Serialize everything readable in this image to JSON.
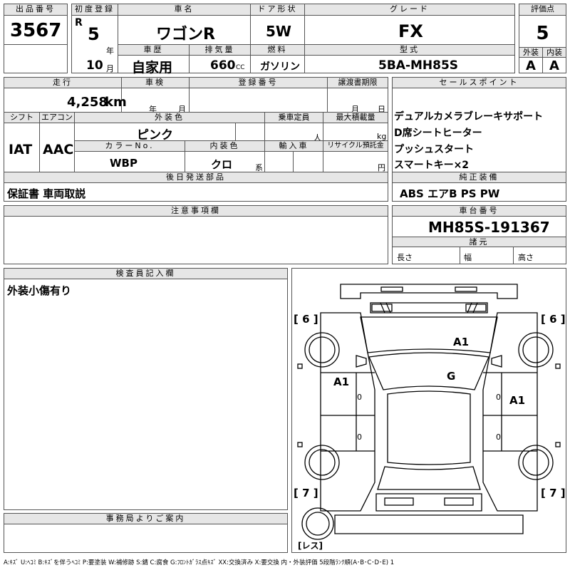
{
  "header_labels": {
    "lot_no": "出品番号",
    "first_reg": "初度登録",
    "car_name": "車名",
    "door": "ドア形状",
    "grade": "グレード",
    "rating": "評価点",
    "history": "車歴",
    "displacement": "排気量",
    "fuel": "燃料",
    "model": "型式",
    "exterior": "外装",
    "interior": "内装",
    "mileage": "走行",
    "inspection": "車検",
    "reg_no": "登録番号",
    "transfer_deadline": "譲渡書期限",
    "sales_points": "セールスポイント",
    "shift": "シフト",
    "aircon": "エアコン",
    "ext_color": "外装色",
    "capacity": "乗車定員",
    "max_load": "最大積載量",
    "color_no": "カラーNo.",
    "int_color": "内装色",
    "import": "輸入車",
    "recycle": "リサイクル預託金",
    "later_parts": "後日発送部品",
    "genuine_equip": "純正装備",
    "notes": "注意事項欄",
    "chassis_no": "車台番号",
    "specs": "諸元",
    "inspector": "検査員記入欄",
    "office": "事務局よりご案内"
  },
  "vehicle": {
    "lot_no": "3567",
    "era": "R",
    "year": "5",
    "year_unit": "年",
    "month": "10",
    "month_unit": "月",
    "car_name": "ワゴンR",
    "door": "5W",
    "grade": "FX",
    "rating": "5",
    "history": "自家用",
    "displacement": "660",
    "displacement_unit": "CC",
    "fuel": "ガソリン",
    "model": "5BA-MH85S",
    "exterior_grade": "A",
    "interior_grade": "A",
    "mileage": "4,258",
    "mileage_unit": "km",
    "insp_year_unit": "年",
    "insp_month_unit": "月",
    "transfer_month_unit": "月",
    "transfer_day_unit": "日",
    "shift": "IAT",
    "aircon": "AAC",
    "ext_color": "ピンク",
    "capacity_unit": "人",
    "max_load_unit": "kg",
    "color_no": "WBP",
    "int_color": "クロ",
    "int_color_unit": "系",
    "recycle_unit": "円",
    "later_parts": "保証書 車両取説",
    "genuine_equip": "ABS エアB PS PW",
    "chassis_no": "MH85S-191367",
    "spec_length": "長さ",
    "spec_width": "幅",
    "spec_height": "高さ"
  },
  "sales_points": [
    "デュアルカメラブレーキサポート",
    "D席シートヒーター",
    "プッシュスタート",
    "スマートキー×2"
  ],
  "inspector_note": "外装小傷有り",
  "diagram": {
    "tire_front_left": "[ 6 ]",
    "tire_front_right": "[ 6 ]",
    "tire_rear_left": "[ 7 ]",
    "tire_rear_right": "[ 7 ]",
    "spare": "[レス]",
    "marks": {
      "hood": "A1",
      "windshield": "G",
      "left_front_door": "A1",
      "right_rear_door": "A1"
    },
    "zeros": [
      "0",
      "0",
      "0",
      "0"
    ]
  },
  "legend": "A:ｷｽﾞ U:ﾍｺﾐ B:ｷｽﾞを伴うﾍｺﾐ P:要塗装 W:補修跡 S:錆 C:腐食 G:ﾌﾛﾝﾄｶﾞﾗｽ点ｷｽﾞ XX:交換済み X:要交換 内・外装評価 5段階ﾗﾝｸ順(A･B･C･D･E) 1"
}
